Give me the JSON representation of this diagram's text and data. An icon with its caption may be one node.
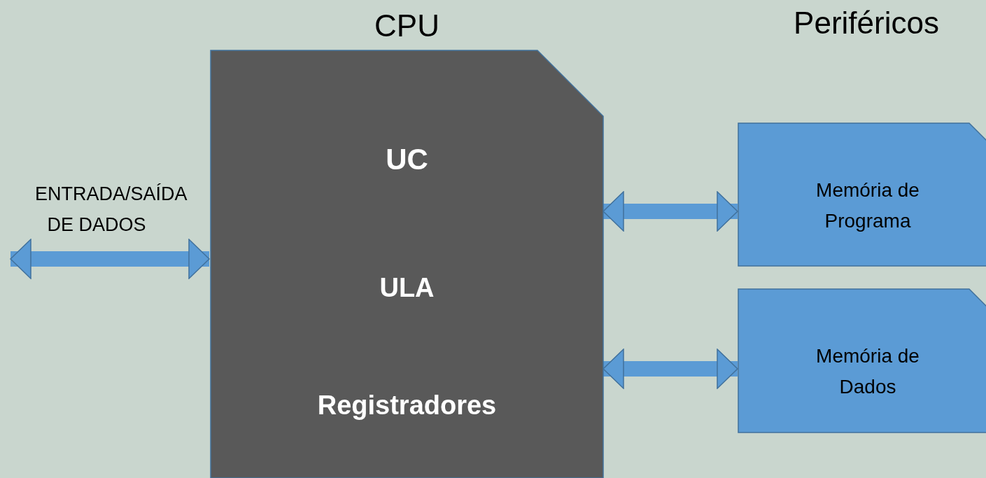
{
  "diagram": {
    "nodes": [
      {
        "text": [
          "CPU",
          "UC",
          "ULA",
          "Registradores"
        ]
      },
      {
        "text": [
          "Memória de Programa"
        ]
      },
      {
        "text": [
          "Memória de Dados"
        ]
      }
    ],
    "edges": [
      {
        "from": null,
        "to": 0,
        "arrow": "both",
        "label": "ENTRADA/SAÍDA DE DADOS"
      },
      {
        "from": 0,
        "to": 1,
        "arrow": "both"
      },
      {
        "from": 0,
        "to": 2,
        "arrow": "both"
      }
    ],
    "labels": [
      "Periféricos"
    ]
  }
}
